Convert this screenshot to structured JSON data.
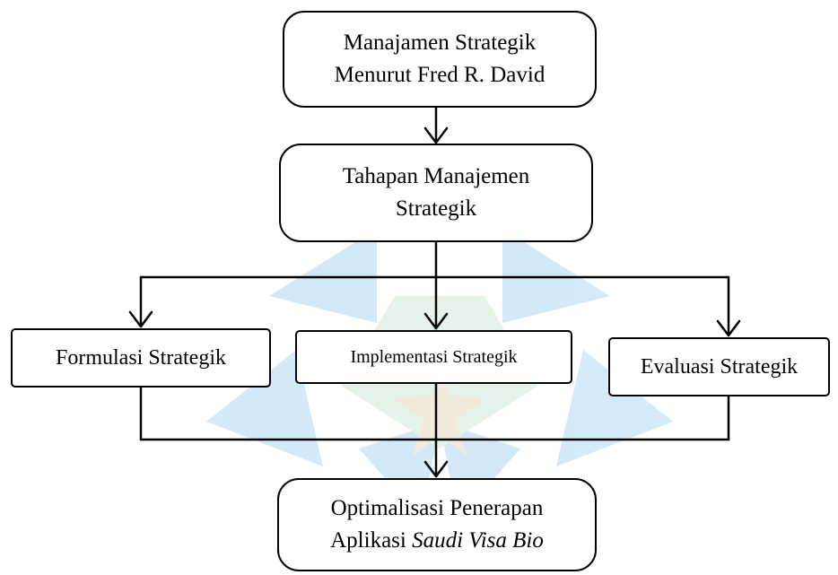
{
  "diagram": {
    "boxes": {
      "manajemen_strategik": {
        "line1": "Manajamen Strategik",
        "line2": "Menurut Fred R. David"
      },
      "tahapan": {
        "line1": "Tahapan Manajemen",
        "line2": "Strategik"
      },
      "formulasi": {
        "label": "Formulasi Strategik"
      },
      "implementasi": {
        "label": "Implementasi Strategik"
      },
      "evaluasi": {
        "label": "Evaluasi Strategik"
      },
      "optimalisasi": {
        "line1": "Optimalisasi Penerapan",
        "line2_plain": "Aplikasi ",
        "line2_italic": "Saudi Visa Bio"
      }
    },
    "colors": {
      "stroke": "#000000",
      "watermark_blue": "#3f9fe3",
      "watermark_green": "#8ed19a",
      "watermark_gold": "#c9a45c"
    }
  }
}
